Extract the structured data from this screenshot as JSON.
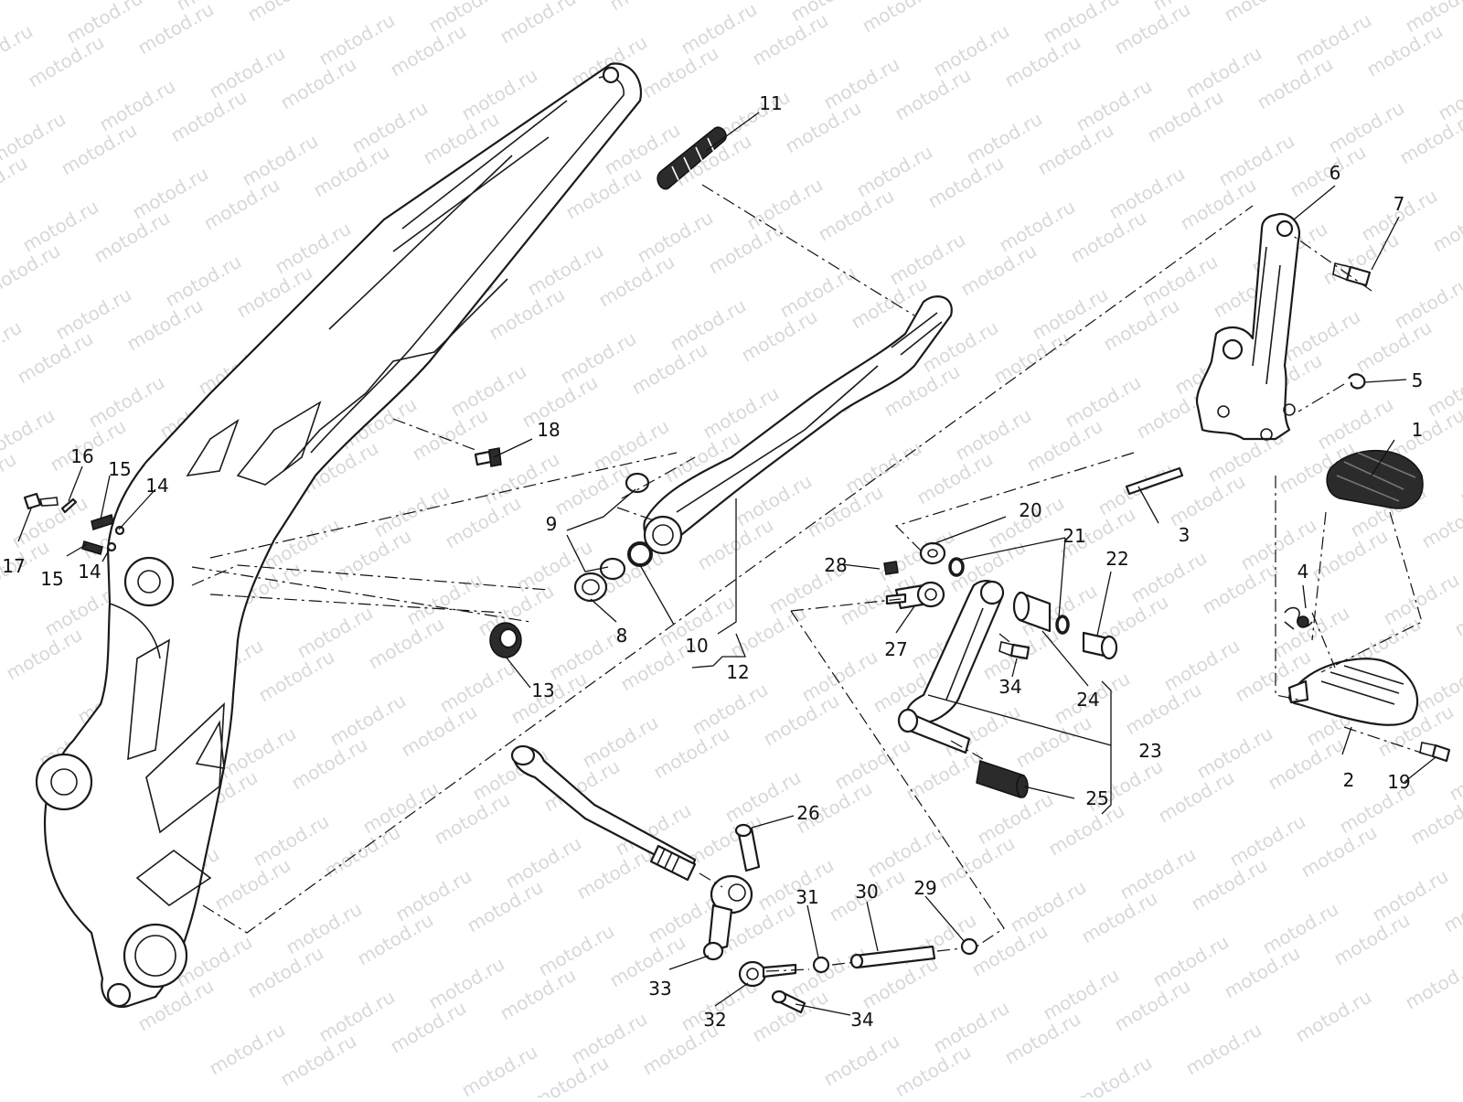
{
  "watermark": {
    "text": "motod.ru"
  },
  "callouts": [
    {
      "id": "c1",
      "label": "1"
    },
    {
      "id": "c2",
      "label": "2"
    },
    {
      "id": "c3",
      "label": "3"
    },
    {
      "id": "c4",
      "label": "4"
    },
    {
      "id": "c5",
      "label": "5"
    },
    {
      "id": "c6",
      "label": "6"
    },
    {
      "id": "c7",
      "label": "7"
    },
    {
      "id": "c8",
      "label": "8"
    },
    {
      "id": "c9",
      "label": "9"
    },
    {
      "id": "c10",
      "label": "10"
    },
    {
      "id": "c11",
      "label": "11"
    },
    {
      "id": "c12",
      "label": "12"
    },
    {
      "id": "c13",
      "label": "13"
    },
    {
      "id": "c14a",
      "label": "14"
    },
    {
      "id": "c14b",
      "label": "14"
    },
    {
      "id": "c15a",
      "label": "15"
    },
    {
      "id": "c15b",
      "label": "15"
    },
    {
      "id": "c16",
      "label": "16"
    },
    {
      "id": "c17",
      "label": "17"
    },
    {
      "id": "c18",
      "label": "18"
    },
    {
      "id": "c19",
      "label": "19"
    },
    {
      "id": "c20",
      "label": "20"
    },
    {
      "id": "c21",
      "label": "21"
    },
    {
      "id": "c22",
      "label": "22"
    },
    {
      "id": "c23",
      "label": "23"
    },
    {
      "id": "c24",
      "label": "24"
    },
    {
      "id": "c25",
      "label": "25"
    },
    {
      "id": "c26",
      "label": "26"
    },
    {
      "id": "c27",
      "label": "27"
    },
    {
      "id": "c28",
      "label": "28"
    },
    {
      "id": "c29",
      "label": "29"
    },
    {
      "id": "c30",
      "label": "30"
    },
    {
      "id": "c31",
      "label": "31"
    },
    {
      "id": "c32",
      "label": "32"
    },
    {
      "id": "c33",
      "label": "33"
    },
    {
      "id": "c34a",
      "label": "34"
    },
    {
      "id": "c34b",
      "label": "34"
    }
  ]
}
